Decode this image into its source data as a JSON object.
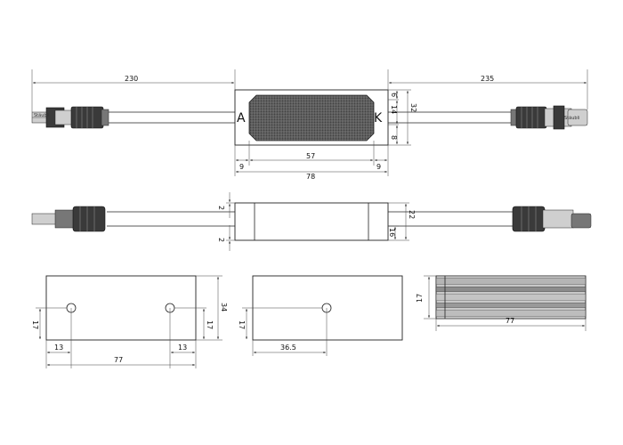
{
  "drawing": {
    "top_view": {
      "cable_left_length": "230",
      "cable_right_length": "235",
      "terminal_left_letter": "A",
      "terminal_right_letter": "K",
      "brand_left": "Stäubli",
      "brand_right": "Stäubli",
      "dim_inner_length": "57",
      "dim_total_length": "78",
      "dim_left_margin": "9",
      "dim_right_margin": "9",
      "dim_width": "32",
      "dim_top_offset": "6",
      "dim_pin": "14",
      "dim_bottom_offset": "8"
    },
    "side_view": {
      "dim_top_gap": "2",
      "dim_bottom_gap": "2",
      "dim_height": "22",
      "dim_inner_height": "16"
    },
    "bottom_view_two_holes": {
      "dim_hole_height": "17",
      "dim_left_offset": "13",
      "dim_right_offset": "13",
      "dim_total_length": "77",
      "dim_height": "34",
      "dim_hole_height_right": "17"
    },
    "bottom_view_one_hole": {
      "dim_hole_height": "17",
      "dim_hole_offset": "36.5"
    },
    "end_view": {
      "dim_height": "17",
      "dim_length": "77"
    }
  }
}
